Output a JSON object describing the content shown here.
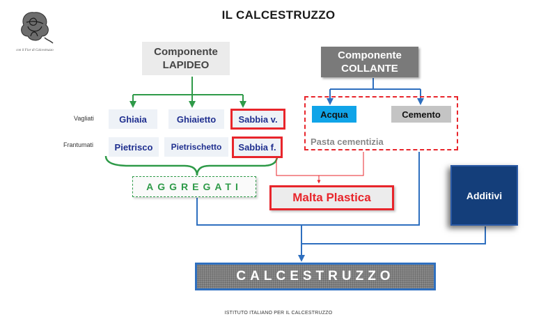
{
  "title": "IL  CALCESTRUZZO",
  "logo": {
    "caption": "con il Fior di Calcestruzzo",
    "icon": "rose-logo-icon"
  },
  "lapideo": {
    "line1": "Componente",
    "line2": "LAPIDEO"
  },
  "collante": {
    "line1": "Componente",
    "line2": "COLLANTE"
  },
  "row_labels": {
    "vagliati": "Vagliati",
    "frantumati": "Frantumati"
  },
  "aggregates": {
    "ghiaia": "Ghiaia",
    "ghiaietto": "Ghiaietto",
    "sabbia_v": "Sabbia v.",
    "pietrisco": "Pietrisco",
    "pietrischetto": "Pietrischetto",
    "sabbia_f": "Sabbia f."
  },
  "pasta": {
    "acqua": "Acqua",
    "cemento": "Cemento",
    "label": "Pasta cementizia"
  },
  "aggregati": "AGGREGATI",
  "malta": "Malta Plastica",
  "additivi": "Additivi",
  "calcestruzzo": "CALCESTRUZZO",
  "footer": "ISTITUTO ITALIANO PER IL CALCESTRUZZO",
  "colors": {
    "green": "#2e9a48",
    "blue": "#2e6fbf",
    "red": "#e8252b",
    "navy": "#143e7a",
    "acqua": "#10a4e8",
    "text_blue": "#1f2f8f"
  }
}
